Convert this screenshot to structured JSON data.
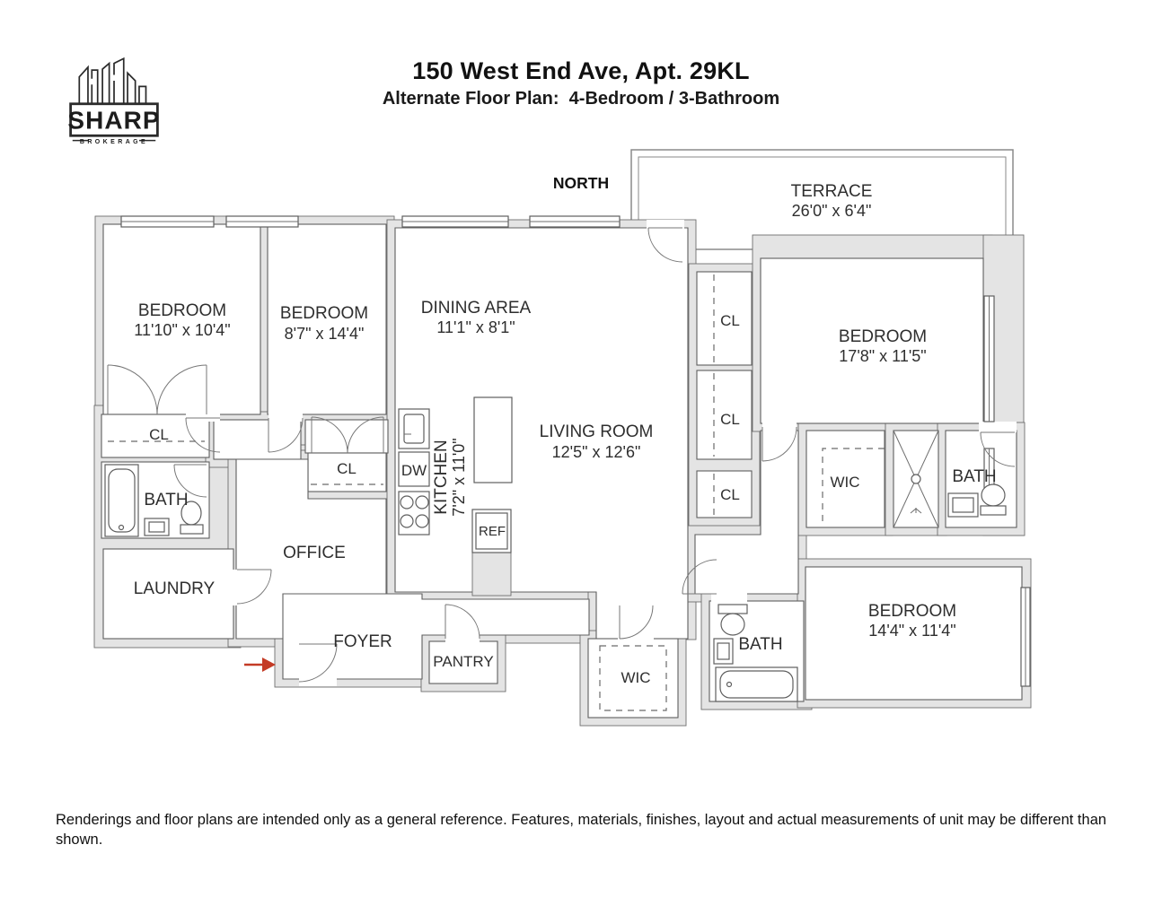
{
  "header": {
    "title": "150 West End Ave, Apt. 29KL",
    "subtitle": "Alternate Floor Plan:  4-Bedroom / 3-Bathroom",
    "logo": {
      "name": "SHARP",
      "tagline": "BROKERAGE"
    }
  },
  "plan": {
    "north_label": "NORTH",
    "cl_label": "CL",
    "terrace": {
      "label": "TERRACE",
      "dims": "26'0\" x 6'4\""
    },
    "bedroom1": {
      "label": "BEDROOM",
      "dims": "11'10\" x 10'4\""
    },
    "bedroom2": {
      "label": "BEDROOM",
      "dims": "8'7\" x 14'4\""
    },
    "bedroom3": {
      "label": "BEDROOM",
      "dims": "17'8\" x 11'5\""
    },
    "bedroom4": {
      "label": "BEDROOM",
      "dims": "14'4\" x 11'4\""
    },
    "dining": {
      "label": "DINING AREA",
      "dims": "11'1\" x 8'1\""
    },
    "living": {
      "label": "LIVING ROOM",
      "dims": "12'5\" x 12'6\""
    },
    "kitchen": {
      "label": "KITCHEN",
      "dims": "7'2\" x 11'0\""
    },
    "office": {
      "label": "OFFICE"
    },
    "laundry": {
      "label": "LAUNDRY"
    },
    "foyer": {
      "label": "FOYER"
    },
    "pantry": {
      "label": "PANTRY"
    },
    "bath1": {
      "label": "BATH"
    },
    "bath2": {
      "label": "BATH"
    },
    "bath3": {
      "label": "BATH"
    },
    "wic1": {
      "label": "WIC"
    },
    "wic2": {
      "label": "WIC"
    },
    "appliances": {
      "dw": "DW",
      "ref": "REF"
    }
  },
  "colors": {
    "wall_fill": "#e4e4e4",
    "wall_line": "#6e6e6e",
    "entry_arrow": "#c43b26"
  },
  "footer": {
    "disclaimer": "Renderings and floor plans are intended only as a general reference. Features, materials, finishes, layout and actual measurements of unit may be different than shown."
  }
}
